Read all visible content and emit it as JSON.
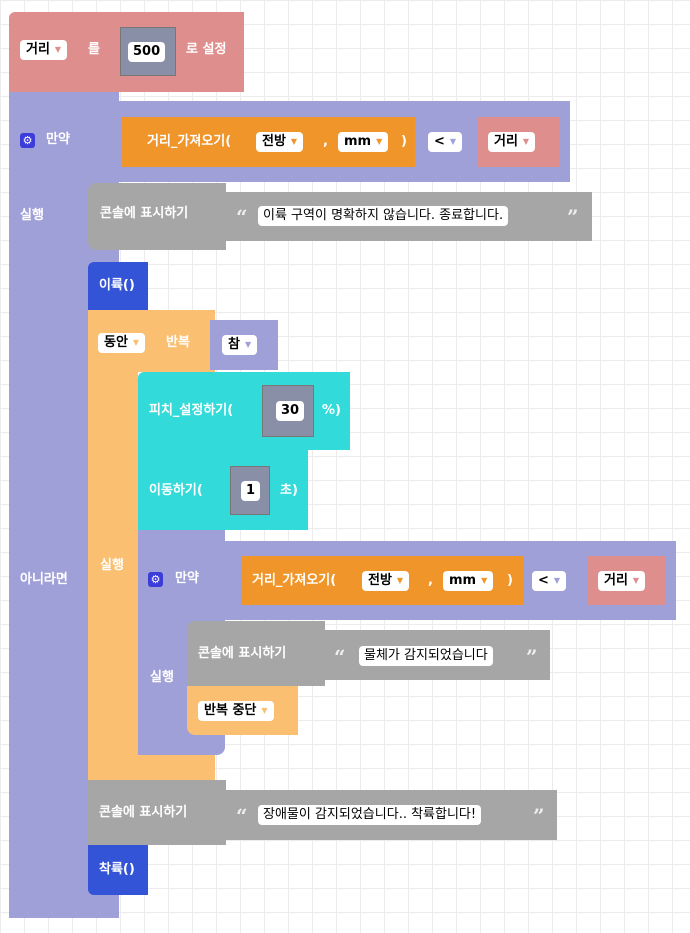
{
  "set_block": {
    "variable": "거리",
    "label_to": "를",
    "value": "500",
    "label_set": "로 설정"
  },
  "if_block": {
    "if_label": "만약",
    "do_label": "실행",
    "else_label": "아니라면",
    "condition": {
      "func": "거리_가져오기(",
      "direction": "전방",
      "comma": ",",
      "unit": "mm",
      "close": ")",
      "operator": "<",
      "variable": "거리"
    },
    "console": {
      "label": "콘솔에 표시하기",
      "open_quote": "“",
      "close_quote": "”",
      "text": "이륙 구역이 명확하지 않습니다. 종료합니다."
    }
  },
  "takeoff": {
    "label": "이륙()"
  },
  "while_block": {
    "mode": "동안",
    "repeat_label": "반복",
    "condition": "참",
    "do_label": "실행"
  },
  "pitch": {
    "label": "피치_설정하기(",
    "value": "30",
    "suffix": "%)"
  },
  "move": {
    "label": "이동하기(",
    "value": "1",
    "suffix": "초)"
  },
  "inner_if": {
    "if_label": "만약",
    "do_label": "실행",
    "condition": {
      "func": "거리_가져오기(",
      "direction": "전방",
      "comma": ",",
      "unit": "mm",
      "close": ")",
      "operator": "<",
      "variable": "거리"
    },
    "console": {
      "label": "콘솔에 표시하기",
      "open_quote": "“",
      "close_quote": "”",
      "text": "물체가 감지되었습니다"
    },
    "break": {
      "label": "반복 중단"
    }
  },
  "final_console": {
    "label": "콘솔에 표시하기",
    "open_quote": "“",
    "close_quote": "”",
    "text": "장애물이 감지되었습니다.. 착륙합니다!"
  },
  "land": {
    "label": "착륙()"
  },
  "colors": {
    "variable": "#df8e8e",
    "logic": "#a0a0d8",
    "sensor": "#f0952a",
    "console": "#a6a6a6",
    "math": "#8a8fa8",
    "flight": "#3454d8",
    "loop": "#fbbf72",
    "motion": "#33dada"
  }
}
